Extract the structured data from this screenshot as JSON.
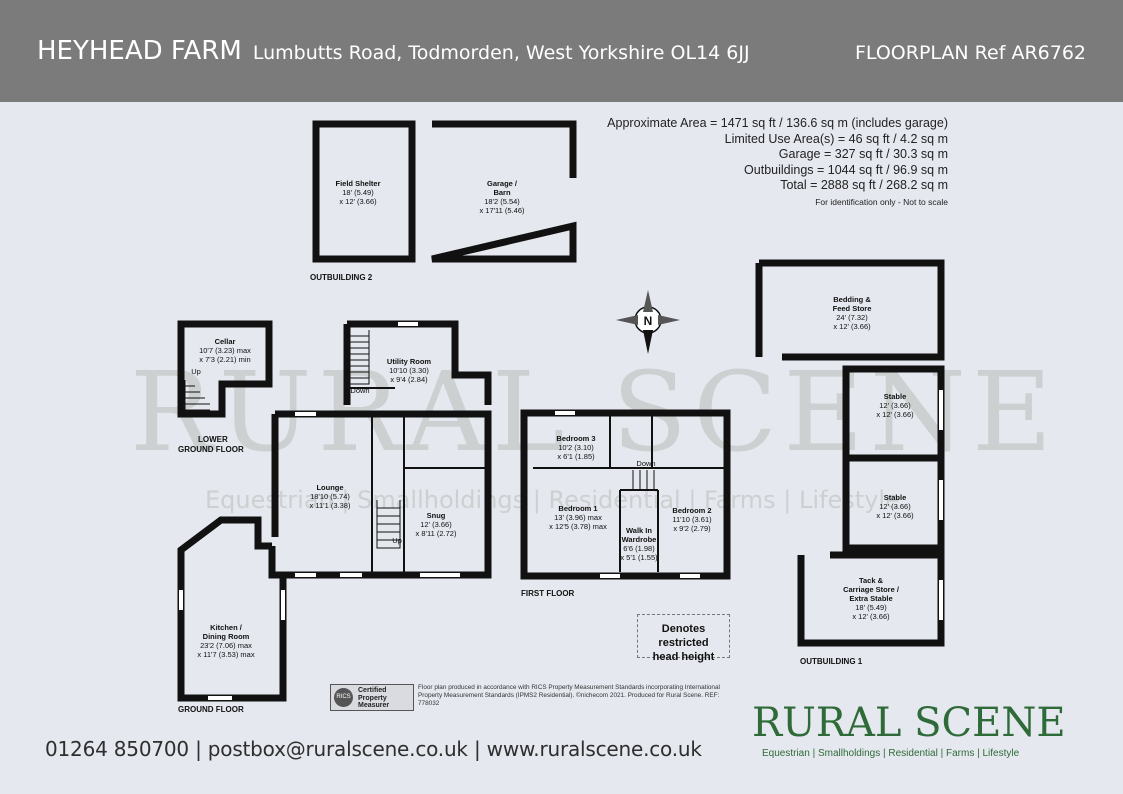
{
  "header": {
    "property_name": "HEYHEAD FARM",
    "address": "Lumbutts Road, Todmorden, West Yorkshire OL14 6JJ",
    "ref": "FLOORPLAN  Ref AR6762"
  },
  "areas": {
    "approx": "Approximate Area = 1471 sq ft / 136.6 sq m (includes garage)",
    "limited": "Limited Use Area(s) = 46 sq ft / 4.2 sq m",
    "garage": "Garage = 327 sq ft / 30.3 sq m",
    "outbuildings": "Outbuildings = 1044 sq ft / 96.9 sq m",
    "total": "Total = 2888 sq ft / 268.2 sq m",
    "note": "For identification only - Not to scale"
  },
  "rooms": {
    "field_shelter": {
      "name": "Field Shelter",
      "d1": "18' (5.49)",
      "d2": "x 12' (3.66)"
    },
    "garage_barn": {
      "name1": "Garage /",
      "name2": "Barn",
      "d1": "18'2 (5.54)",
      "d2": "x 17'11 (5.46)"
    },
    "cellar": {
      "name": "Cellar",
      "d1": "10'7 (3.23) max",
      "d2": "x 7'3 (2.21) min",
      "up": "Up"
    },
    "utility": {
      "name": "Utility Room",
      "d1": "10'10 (3.30)",
      "d2": "x 9'4 (2.84)",
      "down": "Down"
    },
    "lounge": {
      "name": "Lounge",
      "d1": "18'10 (5.74)",
      "d2": "x 11'1 (3.38)"
    },
    "snug": {
      "name": "Snug",
      "d1": "12' (3.66)",
      "d2": "x 8'11 (2.72)",
      "up": "Up"
    },
    "kitchen": {
      "name1": "Kitchen /",
      "name2": "Dining Room",
      "d1": "23'2 (7.06) max",
      "d2": "x 11'7 (3.53) max"
    },
    "bedroom3": {
      "name": "Bedroom 3",
      "d1": "10'2 (3.10)",
      "d2": "x 6'1 (1.85)"
    },
    "bedroom1": {
      "name": "Bedroom 1",
      "d1": "13' (3.96) max",
      "d2": "x 12'5 (3.78) max"
    },
    "bedroom2": {
      "name": "Bedroom 2",
      "d1": "11'10 (3.61)",
      "d2": "x 9'2 (2.79)"
    },
    "walkin": {
      "name1": "Walk In",
      "name2": "Wardrobe",
      "d1": "6'6 (1.98)",
      "d2": "x 5'1 (1.55)"
    },
    "first_down": "Down",
    "bedding": {
      "name1": "Bedding &",
      "name2": "Feed Store",
      "d1": "24' (7.32)",
      "d2": "x 12' (3.66)"
    },
    "stable1": {
      "name": "Stable",
      "d1": "12' (3.66)",
      "d2": "x 12' (3.66)"
    },
    "stable2": {
      "name": "Stable",
      "d1": "12' (3.66)",
      "d2": "x 12' (3.66)"
    },
    "tack": {
      "name1": "Tack &",
      "name2": "Carriage Store /",
      "name3": "Extra Stable",
      "d1": "18' (5.49)",
      "d2": "x 12' (3.66)"
    }
  },
  "floor_labels": {
    "outbuilding2": "OUTBUILDING 2",
    "lower_ground_1": "LOWER",
    "lower_ground_2": "GROUND FLOOR",
    "ground": "GROUND FLOOR",
    "first": "FIRST FLOOR",
    "outbuilding1": "OUTBUILDING 1"
  },
  "compass": {
    "letter": "N"
  },
  "watermark": {
    "big": "RURAL SCENE",
    "sub": "Equestrian | Smallholdings | Residential | Farms | Lifestyle"
  },
  "restricted": {
    "line1": "Denotes restricted",
    "line2": "head height"
  },
  "rics": {
    "logo": "RICS",
    "l1": "Certified",
    "l2": "Property",
    "l3": "Measurer"
  },
  "floorplan_note": "Floor plan produced in accordance with RICS Property Measurement Standards incorporating International Property Measurement Standards (IPMS2 Residential). ©nichecom 2021. Produced for Rural Scene.   REF:  778032",
  "footer": {
    "contact": "01264 850700 | postbox@ruralscene.co.uk | www.ruralscene.co.uk",
    "brand": "RURAL SCENE",
    "tagline": "Equestrian | Smallholdings | Residential | Farms | Lifestyle"
  },
  "colors": {
    "header_bg": "#7b7b7b",
    "page_bg": "#e5e8ef",
    "wall": "#111111",
    "brand_green": "#2f6b38"
  }
}
